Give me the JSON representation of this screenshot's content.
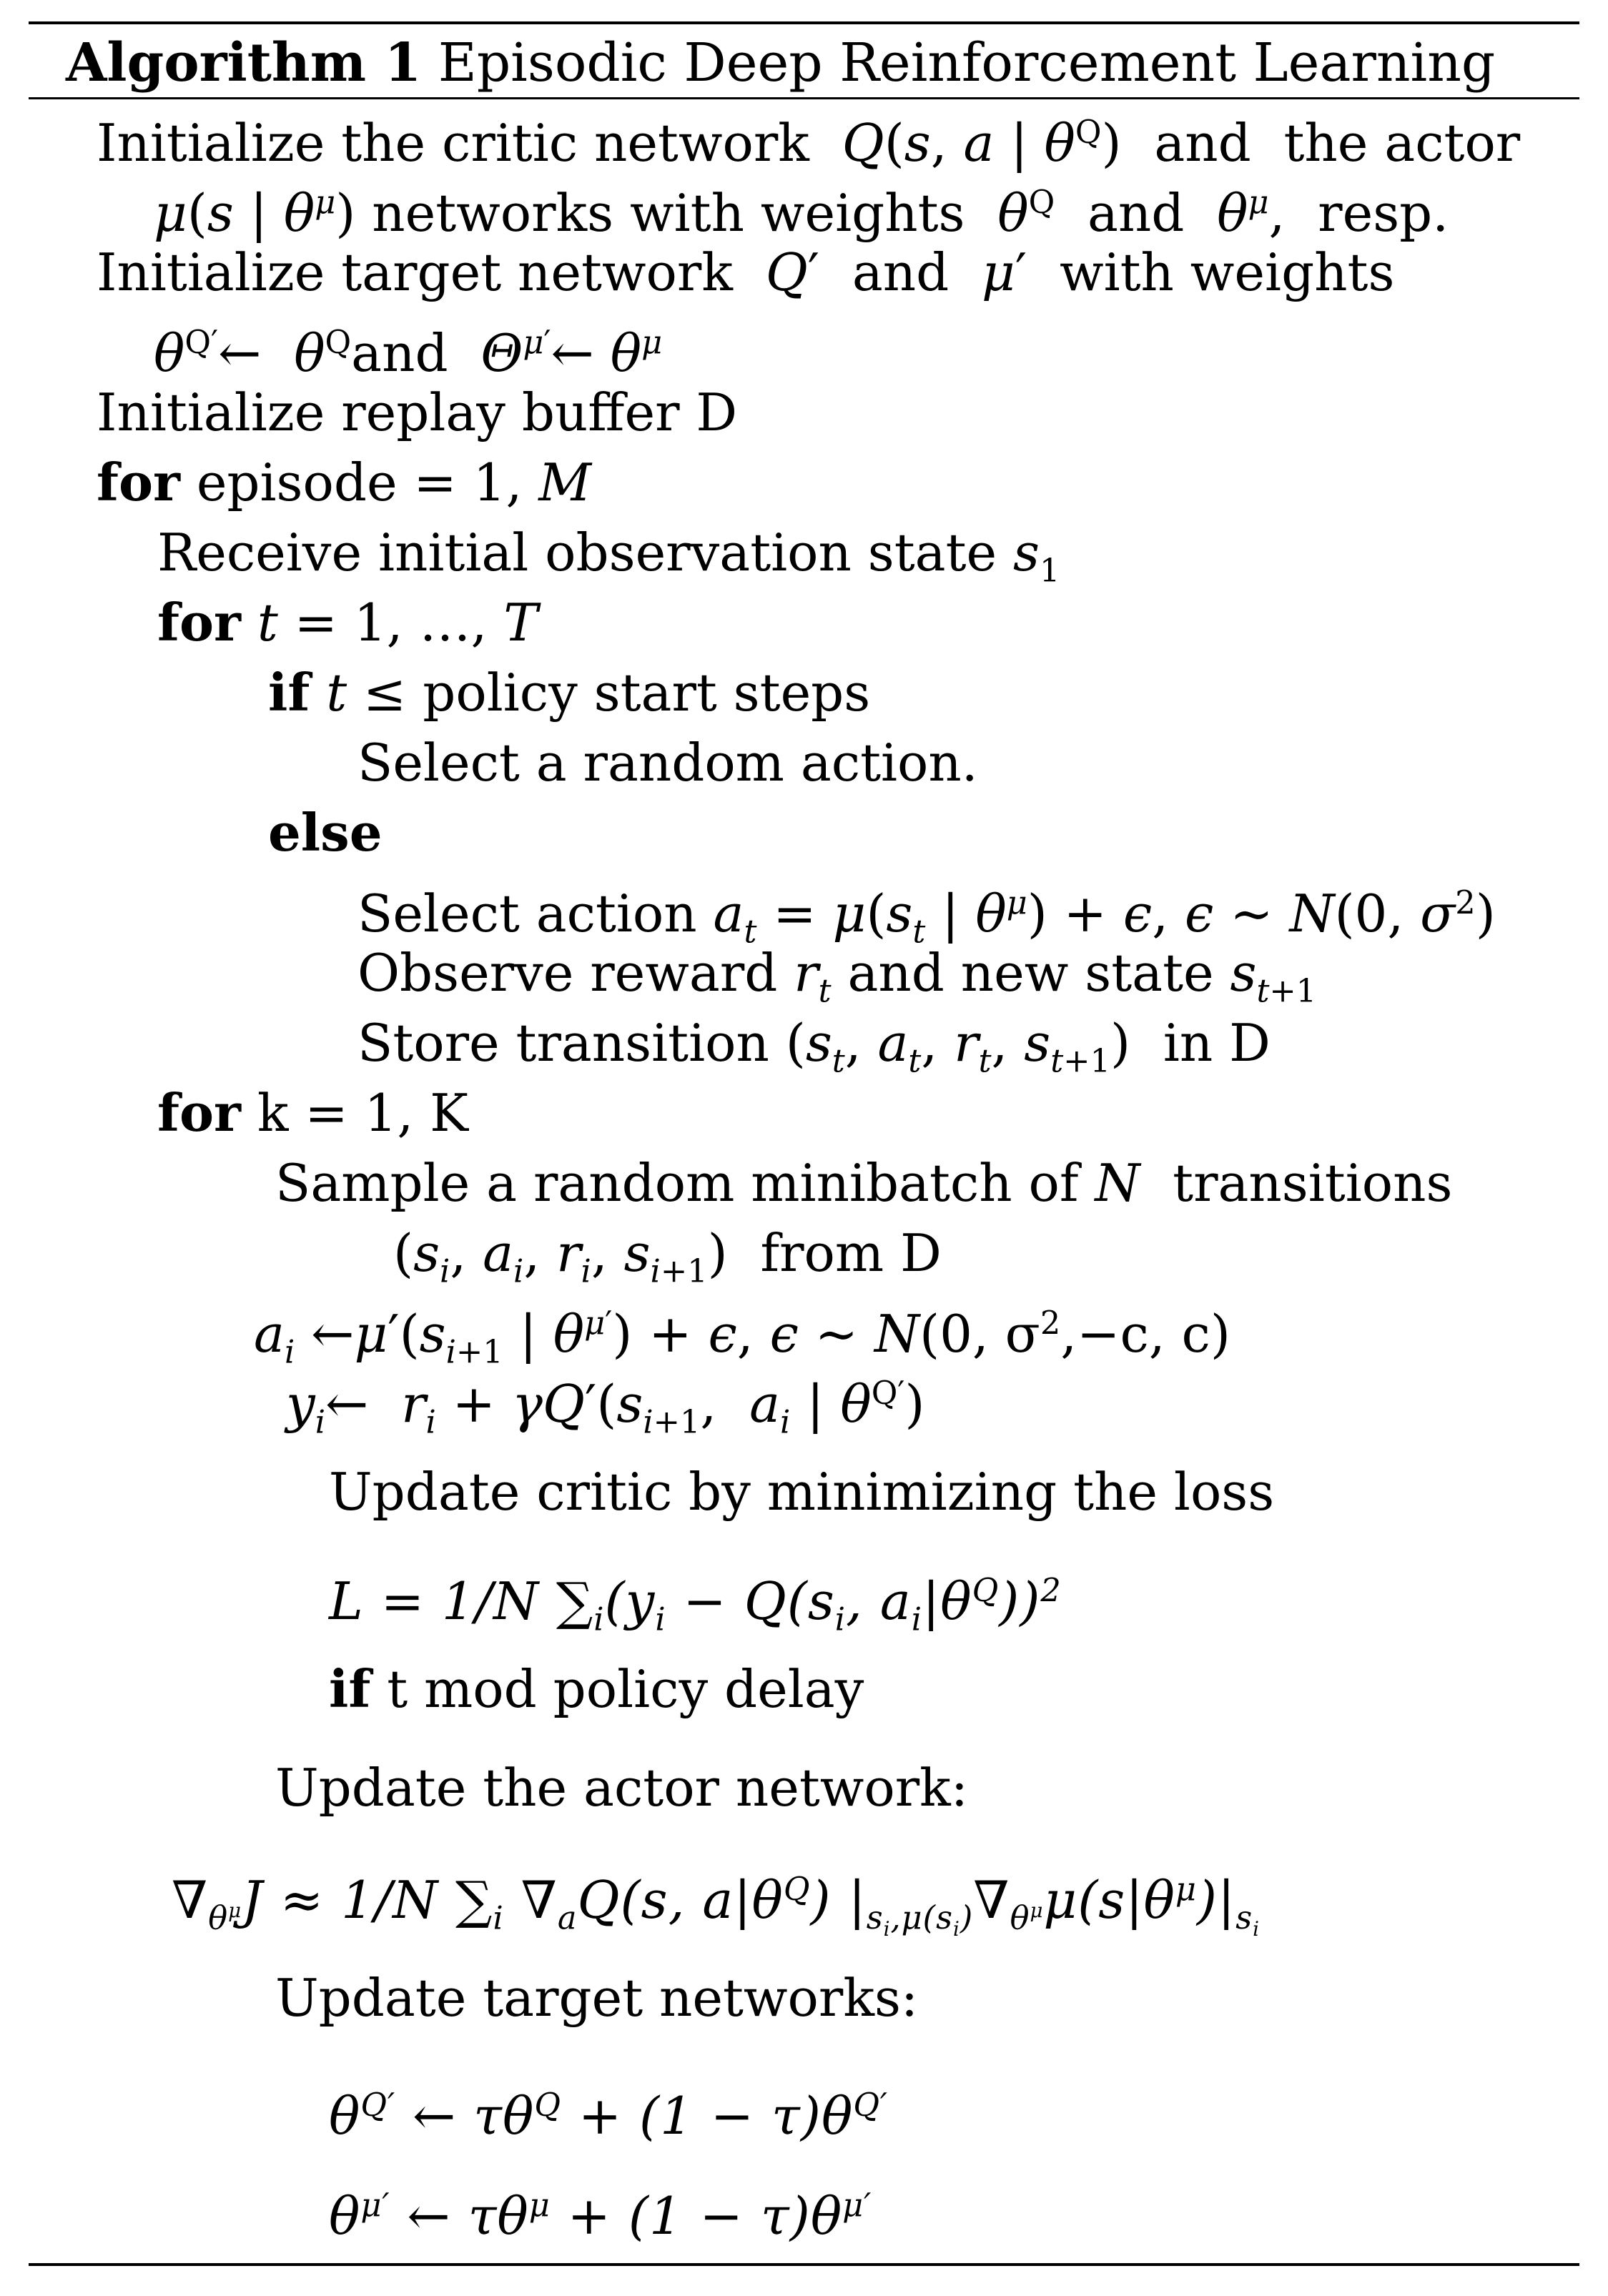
{
  "algorithm": {
    "label": "Algorithm 1",
    "title": "Episodic Deep Reinforcement Learning",
    "lines": [
      {
        "indent": 0,
        "html": "Initialize the critic network &nbsp;<i>Q</i>(<i>s</i>, <i>a</i> | <i>θ</i><sup>Q</sup>) &nbsp;and &nbsp;the actor"
      },
      {
        "indent": 1,
        "html": "<i>μ</i>(<i>s</i> | <i>θ</i><sup><i>μ</i></sup>) networks with weights &nbsp;<i>θ</i><sup>Q</sup> &nbsp;and &nbsp;<i>θ</i><sup><i>μ</i></sup>, &nbsp;resp."
      },
      {
        "indent": 0,
        "html": "Initialize target network &nbsp;<i>Q</i>′ &nbsp;and &nbsp;<i>μ</i>′ &nbsp;with weights"
      },
      {
        "indent": 1,
        "html": "<i>θ</i><sup>Q′</sup>← &nbsp;<i>θ</i><sup>Q</sup>and &nbsp;<i>Θ</i><sup><i>μ</i>′</sup>← <i>θ</i><sup><i>μ</i></sup>"
      },
      {
        "indent": 0,
        "html": "Initialize replay buffer D"
      },
      {
        "indent": 0,
        "html": "<b>for</b> episode = 1, <i>M</i>"
      },
      {
        "indent": 2,
        "html": "Receive initial observation state <i>s</i><sub>1</sub>"
      },
      {
        "indent": 2,
        "html": "<b>for</b> <i>t</i> = 1, …, <i>T</i>"
      },
      {
        "indent": 3,
        "html": "<b>if</b> <i>t</i> ≤ policy start steps"
      },
      {
        "indent": 4,
        "html": "Select a random action."
      },
      {
        "indent": 3,
        "html": "<b>else</b>"
      },
      {
        "indent": 4,
        "html": "Select action <i>a<sub>t</sub></i> = <i>μ</i>(<i>s<sub>t</sub></i> | <i>θ</i><sup><i>μ</i></sup>) + <i>ϵ</i>, <i>ϵ</i> ∼ <i>N</i>(0, <i>σ</i><sup>2</sup>)"
      },
      {
        "indent": 4,
        "html": "Observe reward <i>r<sub>t</sub></i> and new state <i>s<sub>t</sub></i><sub>+1</sub>"
      },
      {
        "indent": 4,
        "html": "Store transition (<i>s<sub>t</sub></i>, <i>a<sub>t</sub></i>, <i>r<sub>t</sub></i>, <i>s<sub>t</sub></i><sub>+1</sub>) &nbsp;in D"
      },
      {
        "indent": 2,
        "html": "<b>for</b> k = 1, K"
      },
      {
        "indent": 5,
        "html": "Sample a random minibatch of <i>N</i> &nbsp;transitions"
      },
      {
        "indent": 6,
        "html": "(<i>s<sub>i</sub></i>, <i>a<sub>i</sub></i>, <i>r<sub>i</sub></i>, <i>s<sub>i</sub></i><sub>+1</sub>) &nbsp;from D"
      },
      {
        "indent": 7,
        "html": "<i>a<sub>i</sub></i> ←<i>μ</i>′(<i>s<sub>i</sub></i><sub>+1</sub> | <i>θ</i><sup><i>μ</i>′</sup>) + <i>ϵ</i>, <i>ϵ</i> ∼ <i>N</i>(0, σ<sup>2</sup>,−c, c)"
      },
      {
        "indent": 8,
        "html": "<i>y<sub>i</sub></i>← &nbsp;<i>r<sub>i</sub></i> + <i>γQ</i>′(<i>s<sub>i</sub></i><sub>+1</sub>, &nbsp;<i>a<sub>i</sub></i> | <i>θ</i><sup>Q′</sup>)"
      },
      {
        "indent": 9,
        "html": "Update critic by minimizing the loss"
      },
      {
        "indent": 9,
        "html": "<span class=\"eq\">L = 1/N ∑<sub>i</sub>(y<sub>i</sub> − Q(s<sub>i</sub>, a<sub>i</sub>|θ<sup>Q</sup>))<sup>2</sup></span>"
      },
      {
        "indent": 9,
        "html": "<b>if</b> t mod policy delay"
      },
      {
        "indent": 5,
        "html": "Update the actor network:"
      },
      {
        "indent": 10,
        "html": "<span class=\"eq\">∇<sub>θ<sup>μ</sup></sub>J ≈ 1/N ∑<sub>i</sub> ∇<sub>a</sub>Q(s, a|θ<sup>Q</sup>) |<sub>s<sub>i</sub>,μ(s<sub>i</sub>)</sub>∇<sub>θ<sup>μ</sup></sub>μ(s|θ<sup>μ</sup>)|<sub>s<sub>i</sub></sub></span>"
      },
      {
        "indent": 5,
        "html": "Update target networks:"
      },
      {
        "indent": 9,
        "html": "<span class=\"eq\">θ<sup>Q′</sup> ← τθ<sup>Q</sup> + (1 − τ)θ<sup>Q′</sup></span>"
      },
      {
        "indent": 9,
        "html": "<span class=\"eq\">θ<sup>μ′</sup> ← τθ<sup>μ</sup> + (1 − τ)θ<sup>μ′</sup></span>"
      }
    ]
  }
}
